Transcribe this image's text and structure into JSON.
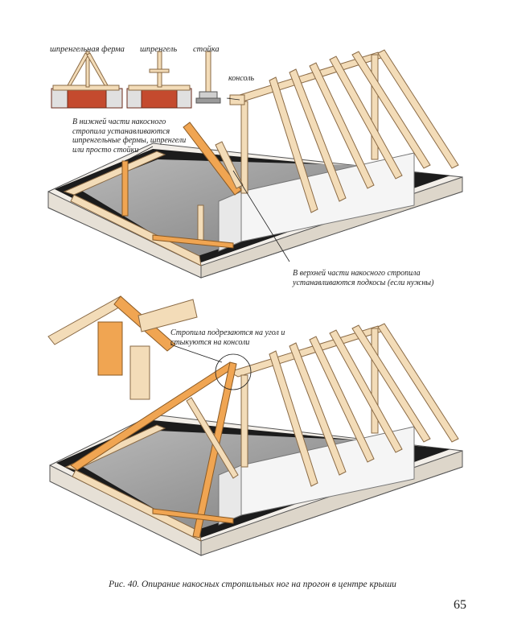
{
  "labels": {
    "truss": "шпренгельная ферма",
    "shprengel": "шпренгель",
    "post": "стойка",
    "console": "консоль",
    "lower_note": "В нижней части накосного стропила устанавливаются шпренгельные фермы, шпренгели или просто стойки",
    "upper_note": "В верхней части накосного стропила устанавливаются подкосы (если нужны)",
    "cut_note": "Стропила подрезаются на угол и стыкуются на консоли"
  },
  "caption": "Рис. 40. Опирание накосных стропильных ног на прогон в центре крыши",
  "page_number": "65",
  "colors": {
    "wood_light": "#f3dcb8",
    "wood_dark": "#e8a65a",
    "wood_outline": "#8a6a45",
    "brick": "#c44a2e",
    "slab": "#f2eee8",
    "slab_dark": "#1c1c1c",
    "interior": "#9a9a9a"
  }
}
